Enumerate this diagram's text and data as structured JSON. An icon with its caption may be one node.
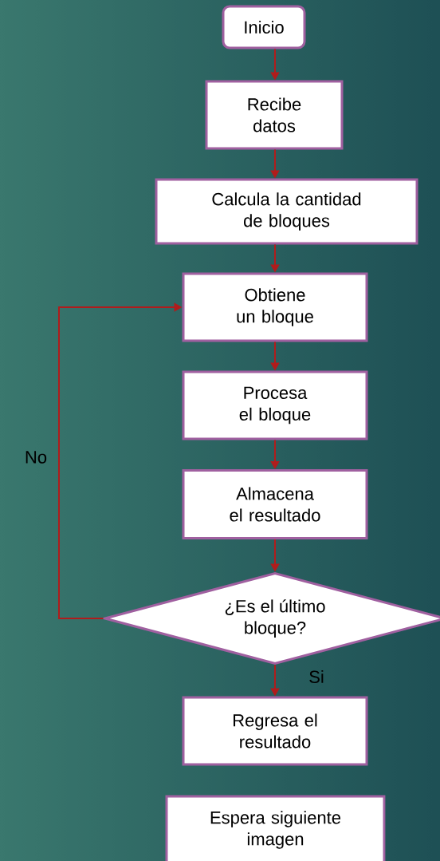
{
  "diagram": {
    "nodes": [
      {
        "text": [
          "Inicio"
        ]
      },
      {
        "text": [
          "Recibe datos"
        ]
      },
      {
        "text": [
          "Calcula la cantidad de bloques"
        ]
      },
      {
        "text": [
          "Obtiene un bloque"
        ]
      },
      {
        "text": [
          "Procesa el bloque"
        ]
      },
      {
        "text": [
          "Almacena el resultado"
        ]
      },
      {
        "text": [
          "¿Es el último bloque?"
        ]
      },
      {
        "text": [
          "Regresa el resultado"
        ]
      },
      {
        "text": [
          "Espera siguiente imagen"
        ]
      }
    ],
    "edges": [
      {
        "from": 0,
        "to": 1,
        "arrow": "to"
      },
      {
        "from": 1,
        "to": 2,
        "arrow": "to"
      },
      {
        "from": 2,
        "to": 3,
        "arrow": "to"
      },
      {
        "from": 3,
        "to": 4,
        "arrow": "to"
      },
      {
        "from": 4,
        "to": 5,
        "arrow": "to"
      },
      {
        "from": 5,
        "to": 6,
        "arrow": "to"
      },
      {
        "from": 6,
        "to": 3,
        "arrow": "to",
        "label": "No"
      },
      {
        "from": 6,
        "to": 7,
        "arrow": "to",
        "label": "Si"
      }
    ]
  }
}
